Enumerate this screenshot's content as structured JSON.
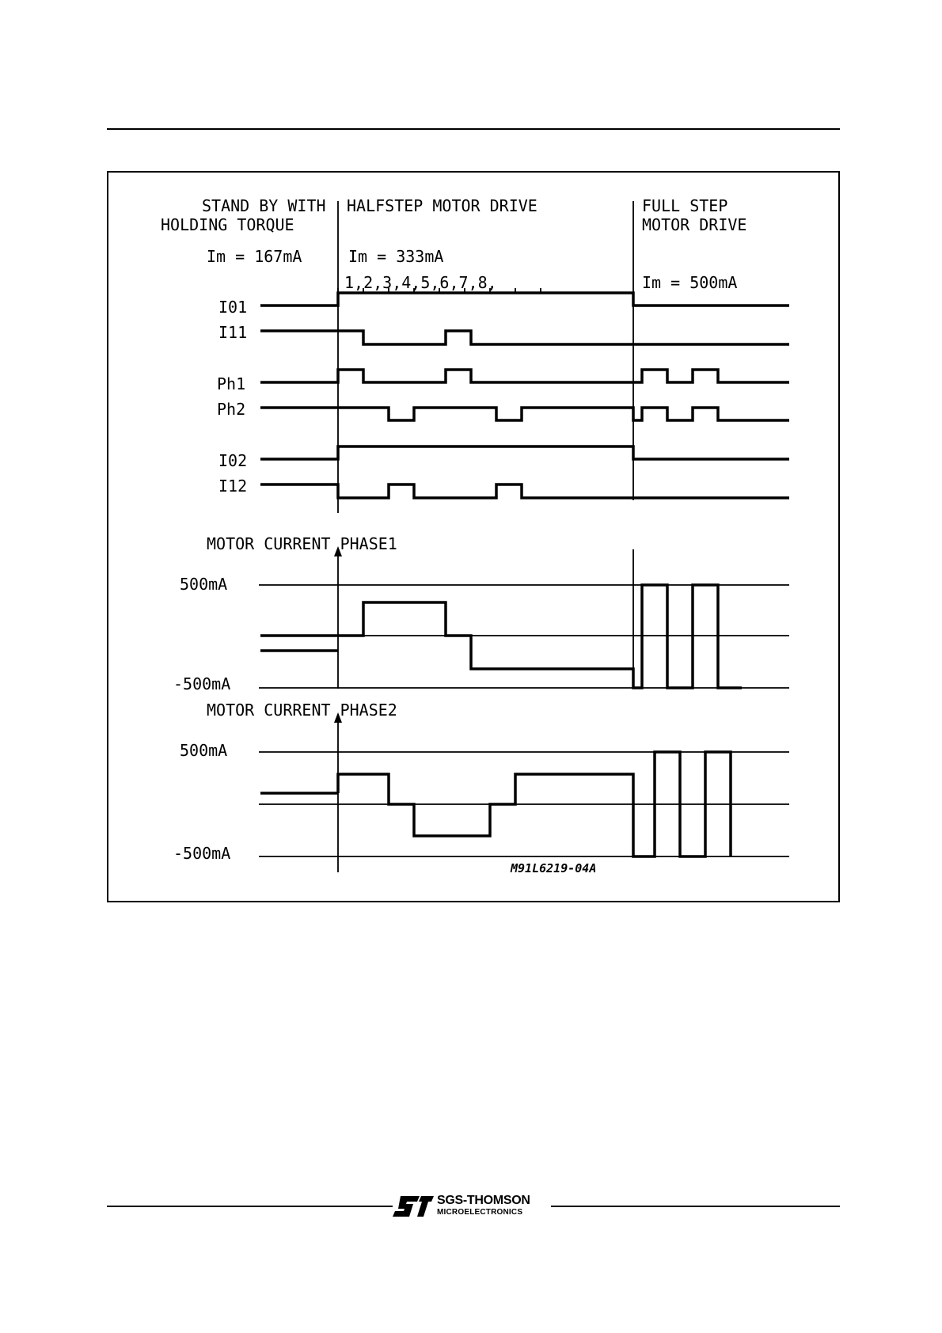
{
  "header": {
    "note": ""
  },
  "diagram": {
    "sections": {
      "standby_line1": "STAND BY WITH",
      "standby_line2": "HOLDING TORQUE",
      "standby_current": "Im = 167mA",
      "halfstep_title": "HALFSTEP MOTOR DRIVE",
      "halfstep_current": "Im = 333mA",
      "halfstep_steps": "1,2,3,4,5,6,7,8,",
      "fullstep_line1": "FULL STEP",
      "fullstep_line2": "MOTOR DRIVE",
      "fullstep_current": "Im = 500mA"
    },
    "signals": [
      "I01",
      "I11",
      "Ph1",
      "Ph2",
      "I02",
      "I12"
    ],
    "phase1": {
      "title": "MOTOR CURRENT PHASE1",
      "max": "500mA",
      "min": "-500mA"
    },
    "phase2": {
      "title": "MOTOR CURRENT PHASE2",
      "max": "500mA",
      "min": "-500mA"
    },
    "figure_code": "M91L6219-04A"
  },
  "footer": {
    "brand": "SGS-THOMSON",
    "subtitle": "MICROELECTRONICS"
  }
}
